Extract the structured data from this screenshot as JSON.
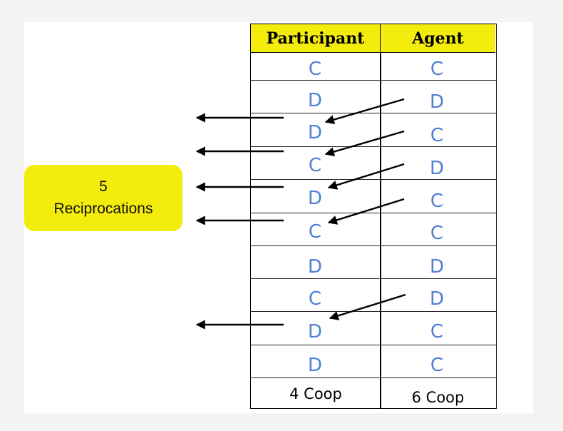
{
  "table": {
    "headers": {
      "participant": "Participant",
      "agent": "Agent"
    },
    "rows": [
      {
        "participant": "C",
        "agent": "C"
      },
      {
        "participant": "D",
        "agent": "D"
      },
      {
        "participant": "D",
        "agent": "C"
      },
      {
        "participant": "C",
        "agent": "D"
      },
      {
        "participant": "D",
        "agent": "C"
      },
      {
        "participant": "C",
        "agent": "C"
      },
      {
        "participant": "D",
        "agent": "D"
      },
      {
        "participant": "C",
        "agent": "D"
      },
      {
        "participant": "D",
        "agent": "C"
      },
      {
        "participant": "D",
        "agent": "C"
      }
    ],
    "footer": {
      "participant": "4 Coop",
      "agent": "6 Coop"
    }
  },
  "callout": {
    "count": "5",
    "label": "Reciprocations"
  },
  "reciprocations": [
    {
      "agent_row": 1,
      "participant_row": 2
    },
    {
      "agent_row": 2,
      "participant_row": 3
    },
    {
      "agent_row": 3,
      "participant_row": 4
    },
    {
      "agent_row": 4,
      "participant_row": 5
    },
    {
      "agent_row": 7,
      "participant_row": 8
    }
  ],
  "colors": {
    "highlight": "#f4ec0c",
    "handwriting": "#4f7fd6",
    "arrow": "#000000"
  }
}
